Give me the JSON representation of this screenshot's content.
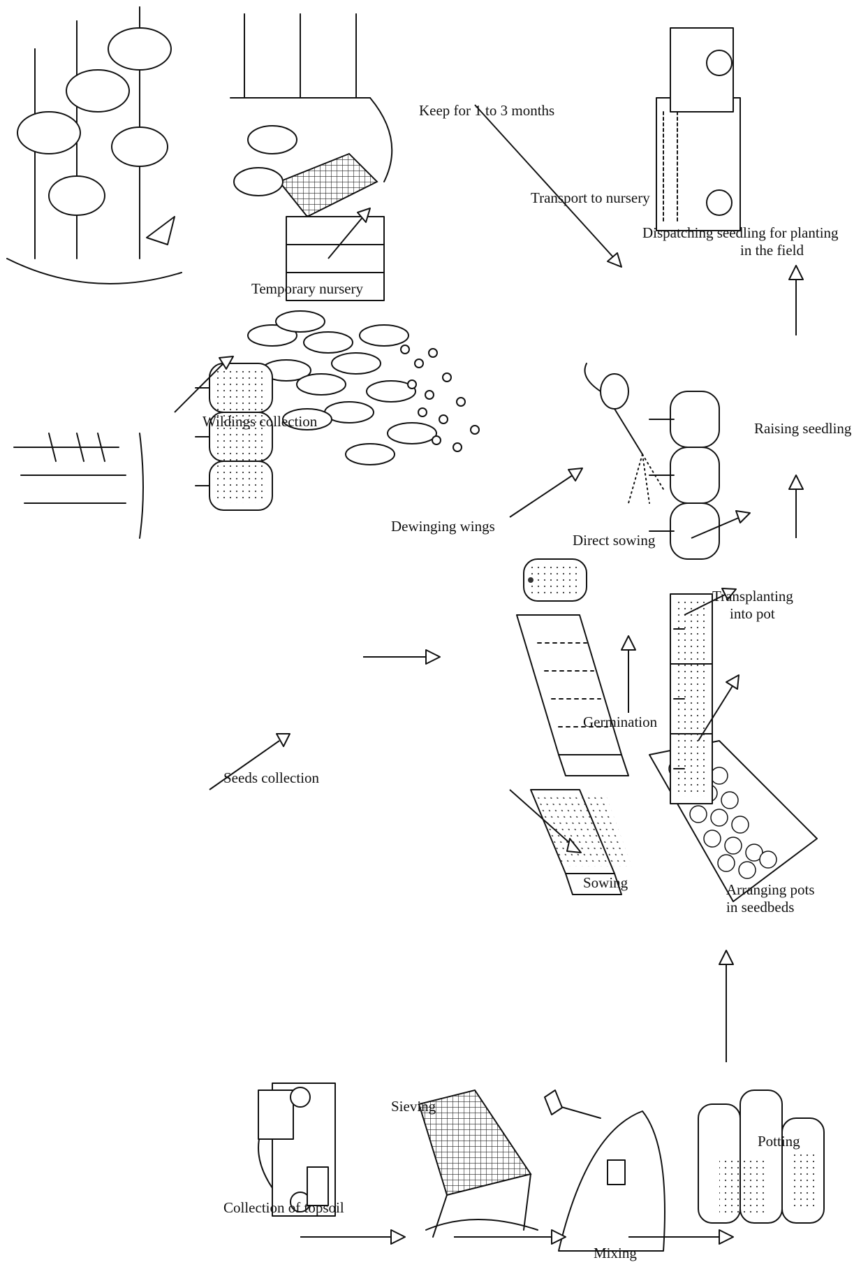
{
  "labels": {
    "collection_of_topsoil": "Collection of topsoil",
    "sieving": "Sieving",
    "mixing": "Mixing",
    "potting": "Potting",
    "arranging_pots_line1": "Arranging pots",
    "arranging_pots_line2": "in seedbeds",
    "seeds_collection": "Seeds collection",
    "dewinging_wings": "Dewinging wings",
    "sowing": "Sowing",
    "germination": "Germination",
    "direct_sowing": "Direct sowing",
    "transplanting_line1": "Transplanting",
    "transplanting_line2": "into pot",
    "raising_seedling": "Raising seedling",
    "wildings_collection": "Wildings collection",
    "temporary_nursery": "Temporary nursery",
    "keep_for_months": "Keep for 1 to 3 months",
    "transport_to_nursery": "Transport to nursery",
    "dispatching_line1": "Dispatching seedling for planting",
    "dispatching_line2": "in the field"
  },
  "icons": [
    "topsoil-truck-icon",
    "sieve-icon",
    "soil-mound-shovel-icon",
    "pots-icon",
    "pot-seedbed-icon",
    "forest-trees-icon",
    "young-trees-icon",
    "winged-seeds-icon",
    "dewinged-seeds-icon",
    "sowing-tray-icon",
    "germination-tray-icon",
    "direct-sowing-pot-icon",
    "transplanted-pots-icon",
    "watering-can-icon",
    "raising-seedling-pots-icon",
    "wildings-pots-icon",
    "temporary-nursery-icon",
    "dispatch-truck-icon"
  ]
}
